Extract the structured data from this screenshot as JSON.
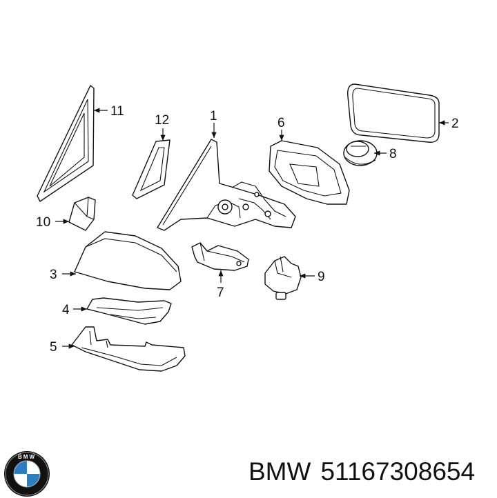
{
  "diagram": {
    "callouts": {
      "c1": "1",
      "c2": "2",
      "c3": "3",
      "c4": "4",
      "c5": "5",
      "c6": "6",
      "c7": "7",
      "c8": "8",
      "c9": "9",
      "c10": "10",
      "c11": "11",
      "c12": "12"
    }
  },
  "brand_logo": {
    "letters": "BMW",
    "colors": {
      "blue": "#2a7ec1",
      "black": "#111111",
      "white": "#ffffff"
    }
  },
  "caption": {
    "brand": "BMW",
    "part_number": "51167308654"
  }
}
